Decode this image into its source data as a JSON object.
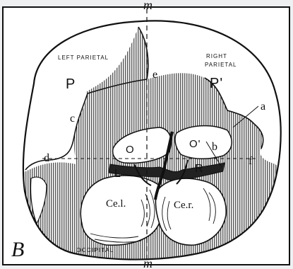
{
  "figure_letter": "B",
  "labels": {
    "midline_top": "m",
    "midline_bottom": "m",
    "left_parietal": "LEFT PARIETAL",
    "right_parietal_line1": "RIGHT",
    "right_parietal_line2": "PARIETAL",
    "p_left": "P",
    "p_right": "P'",
    "e": "e",
    "a": "a",
    "b": "b",
    "c": "c",
    "d": "d",
    "f": "f",
    "o_left": "O",
    "o_right": "O'",
    "l": "L",
    "r": "R",
    "cel": "Ce.l.",
    "cer": "Ce.r.",
    "occipital": "OCCIPITAL"
  },
  "colors": {
    "ink": "#111111",
    "paper": "#ffffff",
    "background": "#eef0f2"
  }
}
